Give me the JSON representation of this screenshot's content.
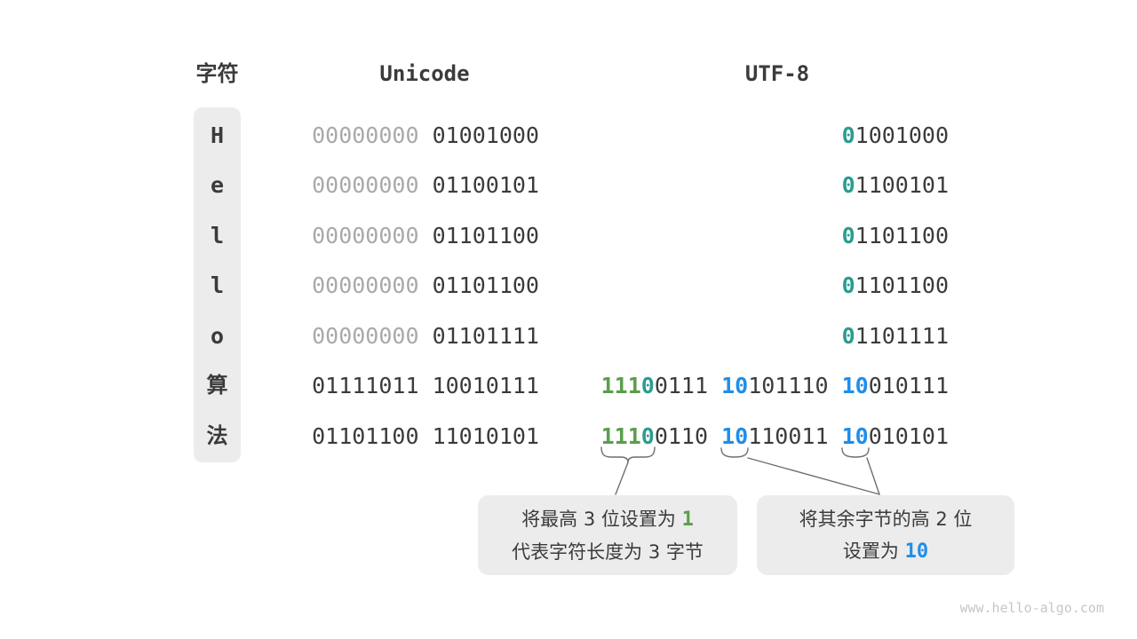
{
  "colors": {
    "dark": "#3b3b3b",
    "muted": "#a9a9a9",
    "teal": "#2a9d8f",
    "green": "#5a9e4d",
    "blue": "#1f8ee9",
    "panel": "#ececec",
    "line": "#6f6f6f",
    "watermark": "#c6c6c6"
  },
  "header": {
    "char": "字符",
    "unicode": "Unicode",
    "utf8": "UTF-8"
  },
  "table": {
    "rows": [
      {
        "char": "H",
        "cjk": false,
        "unicode": [
          {
            "t": "00000000",
            "c": "muted"
          },
          {
            "t": "01001000",
            "c": "dark"
          }
        ],
        "utf8": [
          [
            {
              "t": "0",
              "c": "teal"
            },
            {
              "t": "1001000",
              "c": "dark"
            }
          ]
        ]
      },
      {
        "char": "e",
        "cjk": false,
        "unicode": [
          {
            "t": "00000000",
            "c": "muted"
          },
          {
            "t": "01100101",
            "c": "dark"
          }
        ],
        "utf8": [
          [
            {
              "t": "0",
              "c": "teal"
            },
            {
              "t": "1100101",
              "c": "dark"
            }
          ]
        ]
      },
      {
        "char": "l",
        "cjk": false,
        "unicode": [
          {
            "t": "00000000",
            "c": "muted"
          },
          {
            "t": "01101100",
            "c": "dark"
          }
        ],
        "utf8": [
          [
            {
              "t": "0",
              "c": "teal"
            },
            {
              "t": "1101100",
              "c": "dark"
            }
          ]
        ]
      },
      {
        "char": "l",
        "cjk": false,
        "unicode": [
          {
            "t": "00000000",
            "c": "muted"
          },
          {
            "t": "01101100",
            "c": "dark"
          }
        ],
        "utf8": [
          [
            {
              "t": "0",
              "c": "teal"
            },
            {
              "t": "1101100",
              "c": "dark"
            }
          ]
        ]
      },
      {
        "char": "o",
        "cjk": false,
        "unicode": [
          {
            "t": "00000000",
            "c": "muted"
          },
          {
            "t": "01101111",
            "c": "dark"
          }
        ],
        "utf8": [
          [
            {
              "t": "0",
              "c": "teal"
            },
            {
              "t": "1101111",
              "c": "dark"
            }
          ]
        ]
      },
      {
        "char": "算",
        "cjk": true,
        "unicode": [
          {
            "t": "01111011",
            "c": "dark"
          },
          {
            "t": "10010111",
            "c": "dark"
          }
        ],
        "utf8": [
          [
            {
              "t": "111",
              "c": "green"
            },
            {
              "t": "0",
              "c": "teal"
            },
            {
              "t": "0111",
              "c": "dark"
            }
          ],
          [
            {
              "t": "10",
              "c": "blue"
            },
            {
              "t": "101110",
              "c": "dark"
            }
          ],
          [
            {
              "t": "10",
              "c": "blue"
            },
            {
              "t": "010111",
              "c": "dark"
            }
          ]
        ]
      },
      {
        "char": "法",
        "cjk": true,
        "unicode": [
          {
            "t": "01101100",
            "c": "dark"
          },
          {
            "t": "11010101",
            "c": "dark"
          }
        ],
        "utf8": [
          [
            {
              "t": "111",
              "c": "green"
            },
            {
              "t": "0",
              "c": "teal"
            },
            {
              "t": "0110",
              "c": "dark"
            }
          ],
          [
            {
              "t": "10",
              "c": "blue"
            },
            {
              "t": "110011",
              "c": "dark"
            }
          ],
          [
            {
              "t": "10",
              "c": "blue"
            },
            {
              "t": "010101",
              "c": "dark"
            }
          ]
        ]
      }
    ]
  },
  "callouts": {
    "box1": {
      "line1_prefix": "将最高 3 位设置为 ",
      "line1_value": "1",
      "line2": "代表字符长度为 3 字节"
    },
    "box2": {
      "line1": "将其余字节的高 2 位",
      "line2_prefix": "设置为 ",
      "line2_value": "10"
    }
  },
  "watermark": "www.hello-algo.com"
}
